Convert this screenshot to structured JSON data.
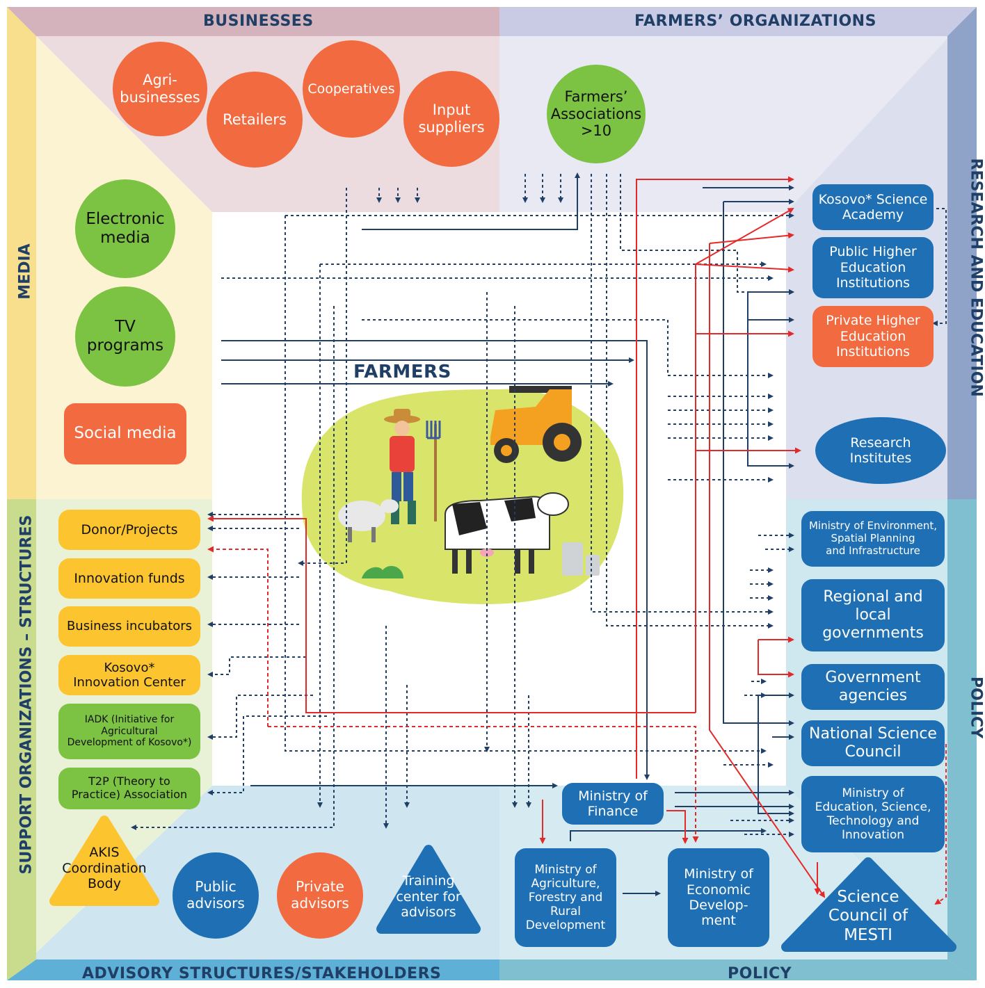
{
  "sections": {
    "businesses": "BUSINESSES",
    "farmers_orgs": "FARMERS’ ORGANIZATIONS",
    "research_education": "RESEARCH AND EDUCATION",
    "policy_right": "POLICY",
    "policy_bottom": "POLICY",
    "advisory": "ADVISORY STRUCTURES/STAKEHOLDERS",
    "support": "SUPPORT ORGANIZATIONS – STRUCTURES",
    "media": "MEDIA"
  },
  "center": {
    "title": "FARMERS"
  },
  "businesses": {
    "agri": "Agri-\nbusinesses",
    "retailers": "Retailers",
    "cooperatives": "Cooperatives",
    "input": "Input\nsuppliers"
  },
  "farmers_orgs": {
    "associations": "Farmers’\nAssociations\n>10"
  },
  "media": {
    "electronic": "Electronic\nmedia",
    "tv": "TV\nprograms",
    "social": "Social media"
  },
  "research": {
    "academy": "Kosovo* Science\nAcademy",
    "public_he": "Public Higher\nEducation\nInstitutions",
    "private_he": "Private Higher\nEducation\nInstitutions",
    "institutes": "Research\nInstitutes"
  },
  "policy": {
    "env": "Ministry of Environment,\nSpatial Planning\nand Infrastructure",
    "regional": "Regional and\nlocal\ngovernments",
    "agencies": "Government\nagencies",
    "nsc": "National Science\nCouncil",
    "mesti": "Ministry of\nEducation, Science,\nTechnology and\nInnovation",
    "finance": "Ministry of\nFinance",
    "agriculture": "Ministry of\nAgriculture,\nForestry and\nRural\nDevelopment",
    "economic": "Ministry of\nEconomic\nDevelop-\nment",
    "council_mesti": "Science\nCouncil of\nMESTI"
  },
  "support": {
    "donor": "Donor/Projects",
    "innovation_funds": "Innovation funds",
    "incubators": "Business incubators",
    "kic": "Kosovo*\nInnovation Center",
    "iadk": "IADK (Initiative for\nAgricultural\nDevelopment of Kosovo*)",
    "t2p": "T2P (Theory to\nPractice) Association"
  },
  "advisory": {
    "akis": "AKIS\nCoordination\nBody",
    "public": "Public\nadvisors",
    "private": "Private\nadvisors",
    "training": "Training\ncenter for\nadvisors"
  },
  "colors": {
    "businesses_band": "#e9d6da",
    "farmers_band": "#e4e6f2",
    "research_band": "#d9dcec",
    "policy_band": "#cfe7ee",
    "advisory_band": "#cde5f0",
    "support_band": "#e8f0d3",
    "media_band": "#fbf2cf",
    "orange": "#f26a3f",
    "green": "#7cc243",
    "blue": "#1e6fb3",
    "yellow": "#fcc42e",
    "navy_arrow": "#1f3f66",
    "red_arrow": "#e32a2a"
  }
}
